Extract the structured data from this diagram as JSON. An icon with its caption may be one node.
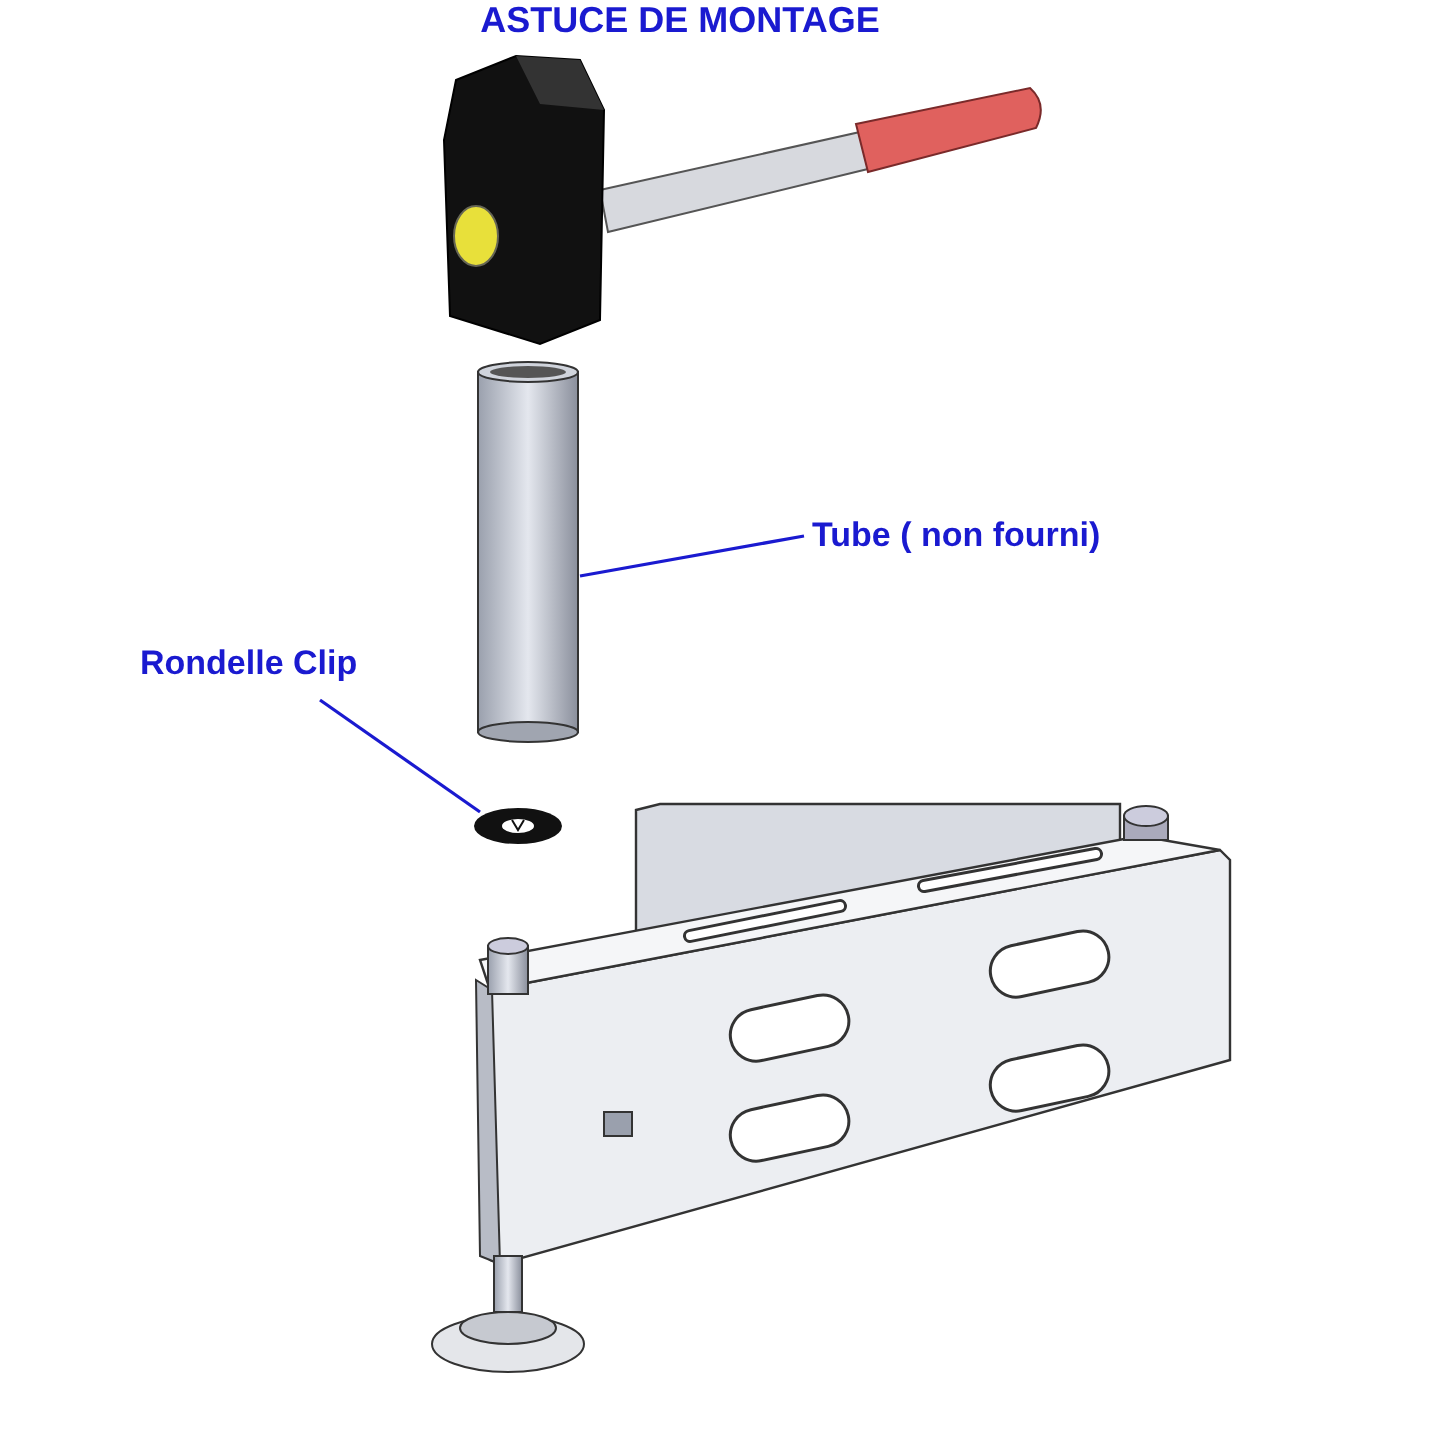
{
  "diagram": {
    "title": "ASTUCE DE MONTAGE",
    "nodes": [
      {
        "text": [
          "Tube ( non fourni)"
        ]
      },
      {
        "text": [],
        "shape": "picture"
      },
      {
        "text": [
          "Rondelle Clip"
        ]
      },
      {
        "text": [],
        "shape": "picture"
      }
    ],
    "edges": [
      {
        "from": 0,
        "to": 1,
        "arrow": "none"
      },
      {
        "from": 2,
        "to": 3,
        "arrow": "none"
      }
    ]
  }
}
